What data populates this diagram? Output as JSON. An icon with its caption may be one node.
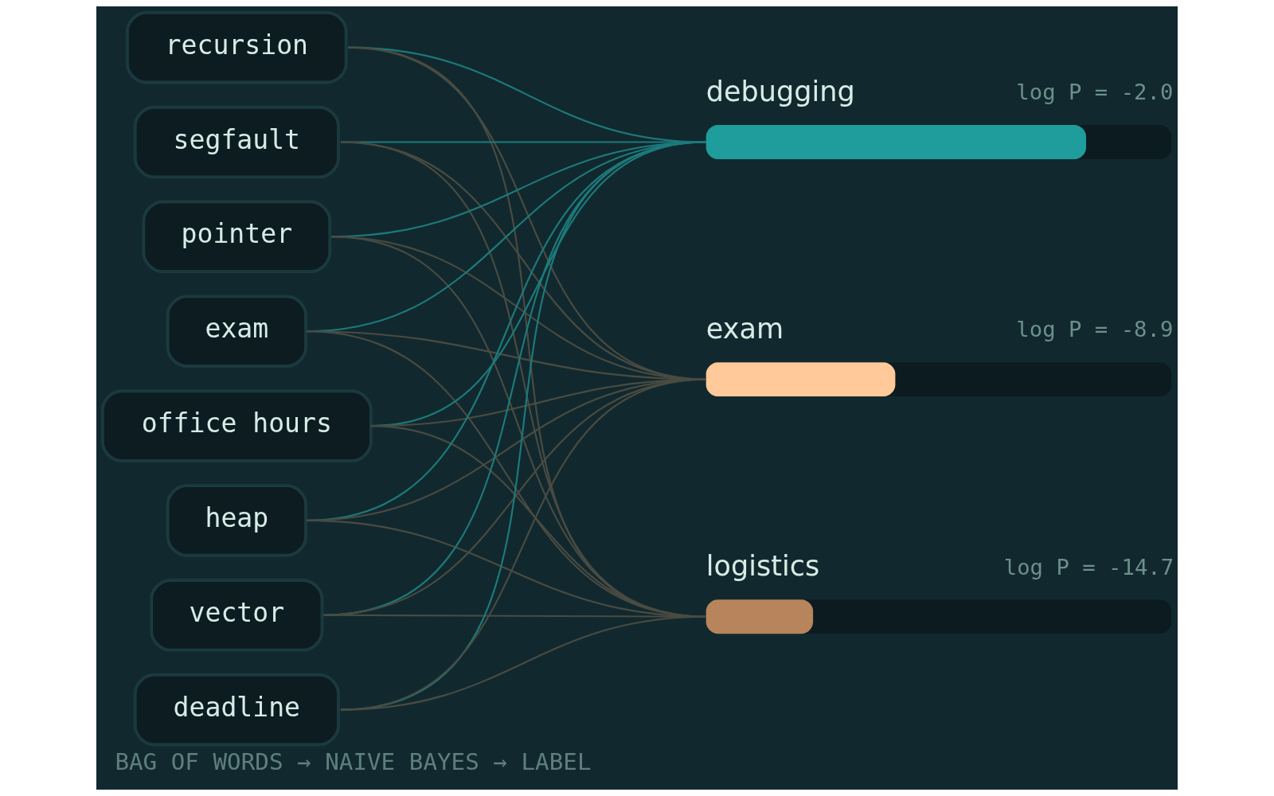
{
  "diagram": {
    "caption": "BAG OF WORDS → NAIVE BAYES → LABEL",
    "nodes": [
      {
        "text": [
          "recursion"
        ]
      },
      {
        "text": [
          "segfault"
        ]
      },
      {
        "text": [
          "pointer"
        ]
      },
      {
        "text": [
          "exam"
        ]
      },
      {
        "text": [
          "office hours"
        ]
      },
      {
        "text": [
          "heap"
        ]
      },
      {
        "text": [
          "vector"
        ]
      },
      {
        "text": [
          "deadline"
        ]
      },
      {
        "text": [
          "debugging",
          "log P = -2.0"
        ]
      },
      {
        "text": [
          "exam",
          "log P = -8.9"
        ]
      },
      {
        "text": [
          "logistics",
          "log P = -14.7"
        ]
      }
    ],
    "edges": [
      {
        "from": 0,
        "to": 8,
        "arrow": "none",
        "color": "#1d7a7c"
      },
      {
        "from": 0,
        "to": 9,
        "arrow": "none"
      },
      {
        "from": 0,
        "to": 10,
        "arrow": "none"
      },
      {
        "from": 1,
        "to": 8,
        "arrow": "none",
        "color": "#1d7a7c"
      },
      {
        "from": 1,
        "to": 9,
        "arrow": "none"
      },
      {
        "from": 1,
        "to": 10,
        "arrow": "none"
      },
      {
        "from": 2,
        "to": 8,
        "arrow": "none",
        "color": "#1d7a7c"
      },
      {
        "from": 2,
        "to": 9,
        "arrow": "none"
      },
      {
        "from": 2,
        "to": 10,
        "arrow": "none"
      },
      {
        "from": 3,
        "to": 8,
        "arrow": "none",
        "color": "#1d7a7c"
      },
      {
        "from": 3,
        "to": 9,
        "arrow": "none"
      },
      {
        "from": 3,
        "to": 10,
        "arrow": "none"
      },
      {
        "from": 4,
        "to": 8,
        "arrow": "none",
        "color": "#1d7a7c"
      },
      {
        "from": 4,
        "to": 9,
        "arrow": "none"
      },
      {
        "from": 4,
        "to": 10,
        "arrow": "none"
      },
      {
        "from": 5,
        "to": 8,
        "arrow": "none",
        "color": "#1d7a7c"
      },
      {
        "from": 5,
        "to": 9,
        "arrow": "none"
      },
      {
        "from": 5,
        "to": 10,
        "arrow": "none"
      },
      {
        "from": 6,
        "to": 8,
        "arrow": "none",
        "color": "#1d7a7c"
      },
      {
        "from": 6,
        "to": 9,
        "arrow": "none"
      },
      {
        "from": 6,
        "to": 10,
        "arrow": "none"
      },
      {
        "from": 7,
        "to": 8,
        "arrow": "none",
        "color": "#1d7a7c"
      },
      {
        "from": 7,
        "to": 9,
        "arrow": "none"
      },
      {
        "from": 7,
        "to": 10,
        "arrow": "none"
      }
    ]
  }
}
